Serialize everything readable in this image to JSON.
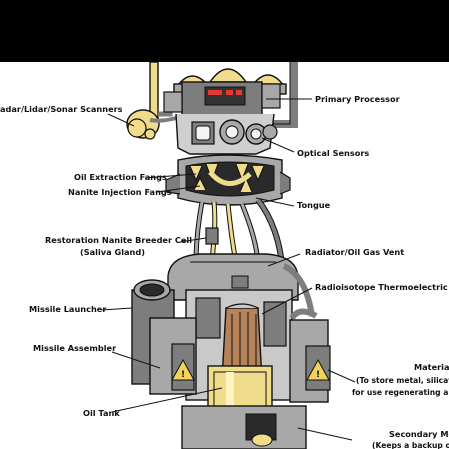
{
  "labels": {
    "primary_processor": "Primary Processor",
    "scanners": "adar/Lidar/Sonar Scanners",
    "optical_sensors": "Optical Sensors",
    "oil_extraction_fangs": "Oil Extraction Fangs",
    "nanite_injection_fangs": "Nanite Injection Fangs",
    "tongue": "Tongue",
    "breeder_cell": "Restoration Nanite Breeder Cell",
    "saliva_gland": "(Saliva Gland)",
    "radiator": "Radiator/Oil Gas Vent",
    "rtg": "Radioisotope Thermoelectric Gen",
    "missile_launcher": "Missile Launcher",
    "missile_assembler": "Missile Assembler",
    "oil_tank": "Oil Tank",
    "materials_1": "Materia",
    "materials_2": "(To store metal, silicat",
    "materials_3": "for use regenerating an",
    "secondary_1": "Secondary Me",
    "secondary_2": "(Keeps a backup o"
  },
  "colors": {
    "background": "#ffffff",
    "top_bar": "#000000",
    "outline": "#111111",
    "metal_gray": "#7d7d7d",
    "metal_light": "#a8a8a8",
    "cream": "#f0dc8a",
    "brown": "#b5825a",
    "red_light": "#e53935",
    "warning_yellow": "#f3d25a"
  }
}
